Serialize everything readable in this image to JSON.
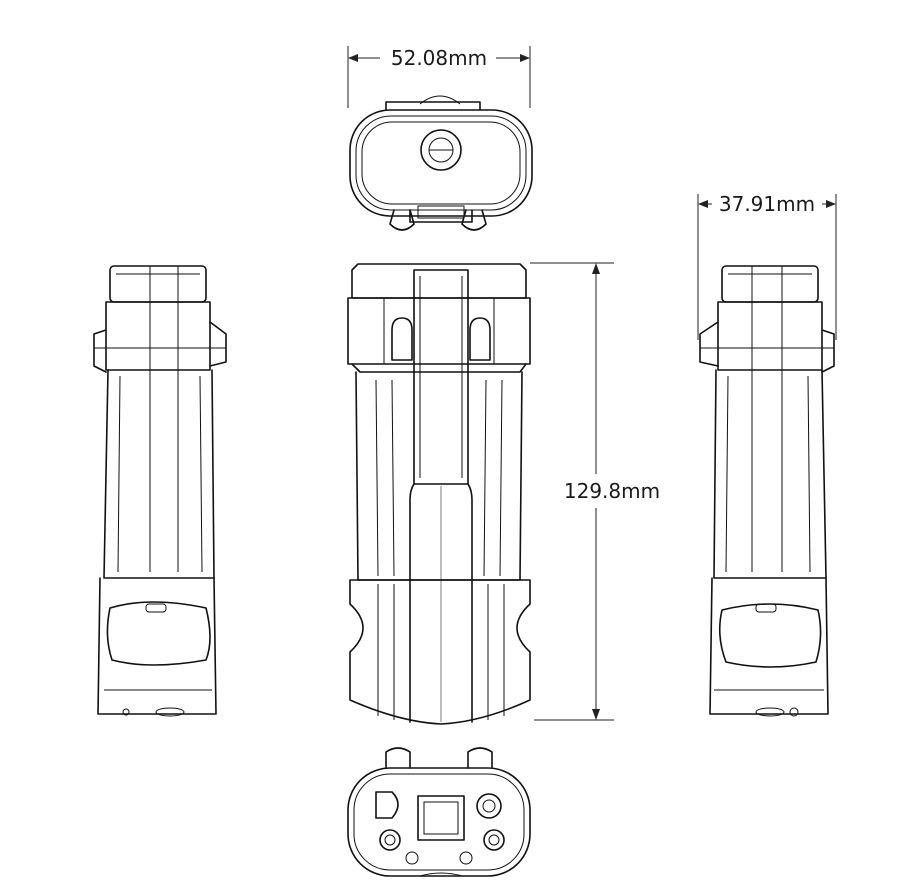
{
  "dimensions": {
    "width": "52.08mm",
    "depth": "37.91mm",
    "height": "129.8mm"
  }
}
